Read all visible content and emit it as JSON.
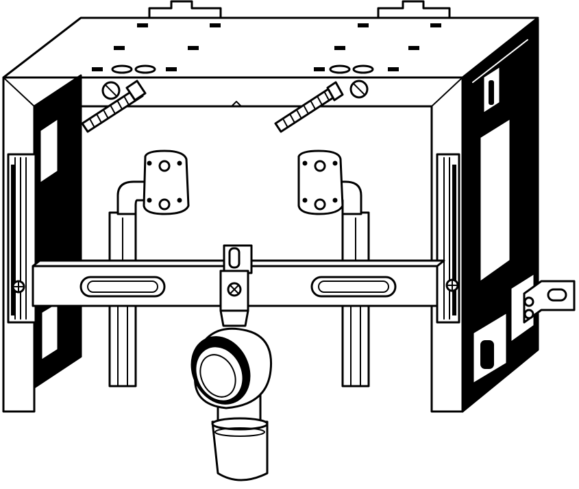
{
  "diagram": {
    "kind": "line-art",
    "subject": "",
    "ink_color": "#000000",
    "paper_color": "#ffffff",
    "parts": {
      "top_mount_tabs": 2,
      "threaded_rods": 2,
      "water_outlet_elbows": 2,
      "crossbar_slots": 2,
      "center_clamp": 1,
      "drain_elbow": 1,
      "side_bracket": 1
    }
  }
}
